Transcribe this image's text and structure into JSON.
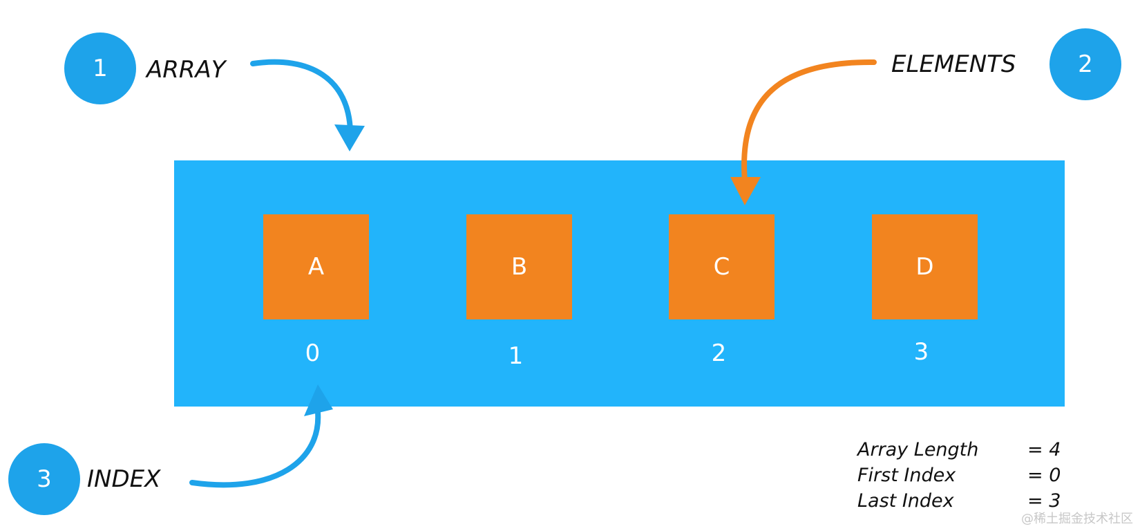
{
  "callouts": {
    "array": {
      "number": "1",
      "label": "ARRAY"
    },
    "elements": {
      "number": "2",
      "label": "ELEMENTS"
    },
    "index": {
      "number": "3",
      "label": "INDEX"
    }
  },
  "array": {
    "cells": [
      {
        "element": "A",
        "index": "0"
      },
      {
        "element": "B",
        "index": "1"
      },
      {
        "element": "C",
        "index": "2"
      },
      {
        "element": "D",
        "index": "3"
      }
    ]
  },
  "info": {
    "rows": [
      {
        "label": "Array Length",
        "value": "= 4"
      },
      {
        "label": "First Index",
        "value": "= 0"
      },
      {
        "label": "Last Index",
        "value": "= 3"
      }
    ]
  },
  "watermark": "@稀土掘金技术社区",
  "colors": {
    "array_blue": "#22b4fb",
    "badge_blue": "#1ea3ea",
    "element_orange": "#f2841f"
  }
}
